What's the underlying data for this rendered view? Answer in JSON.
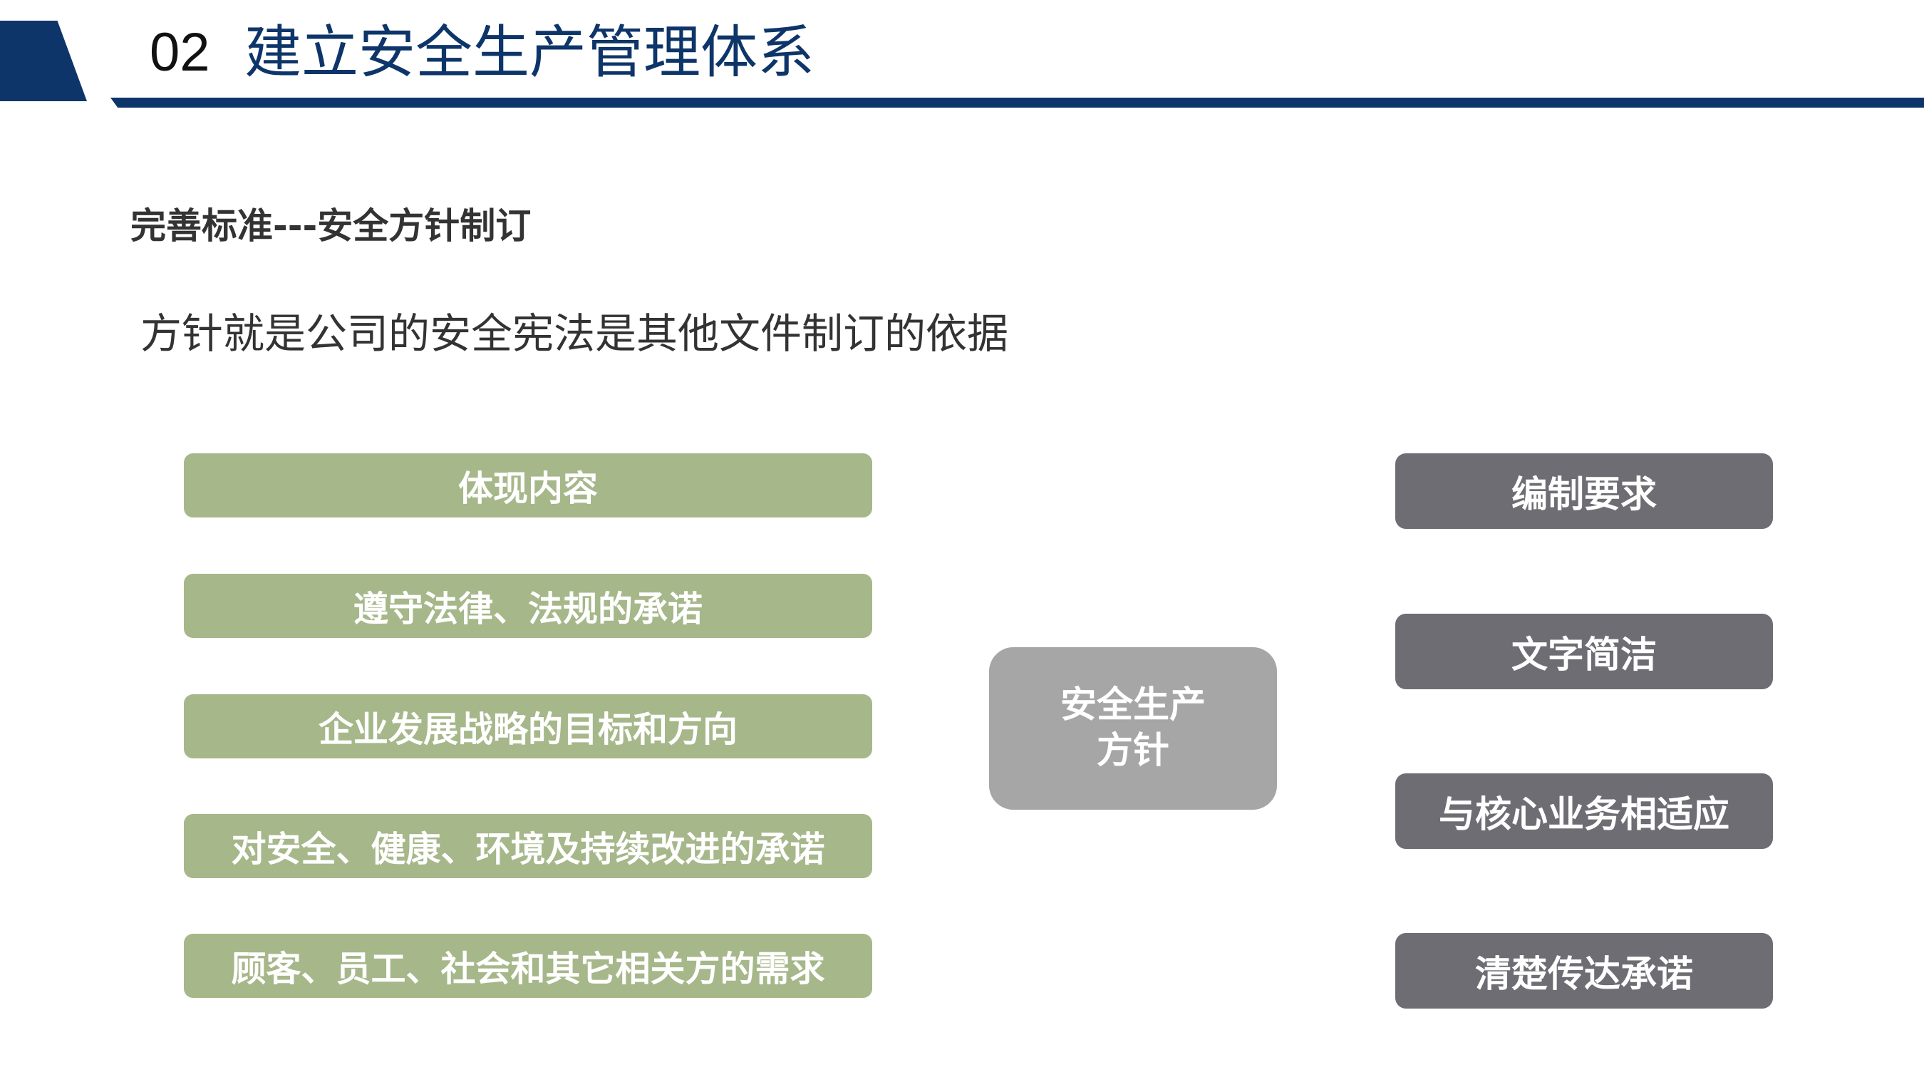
{
  "header": {
    "number": "02",
    "title": "建立安全生产管理体系"
  },
  "subheading": "完善标准---安全方针制订",
  "lead_text": "方针就是公司的安全宪法是其他文件制订的依据",
  "diagram": {
    "center": "安全生产方针",
    "left_items": [
      "体现内容",
      "遵守法律、法规的承诺",
      "企业发展战略的目标和方向",
      "对安全、健康、环境及持续改进的承诺",
      "顾客、员工、社会和其它相关方的需求"
    ],
    "right_items": [
      "编制要求",
      "文字简洁",
      "与核心业务相适应",
      "清楚传达承诺"
    ]
  },
  "colors": {
    "brand_navy": "#0e3569",
    "green_box": "#a6b78a",
    "dark_gray_box": "#6e6d73",
    "center_gray": "#a6a6a6"
  }
}
